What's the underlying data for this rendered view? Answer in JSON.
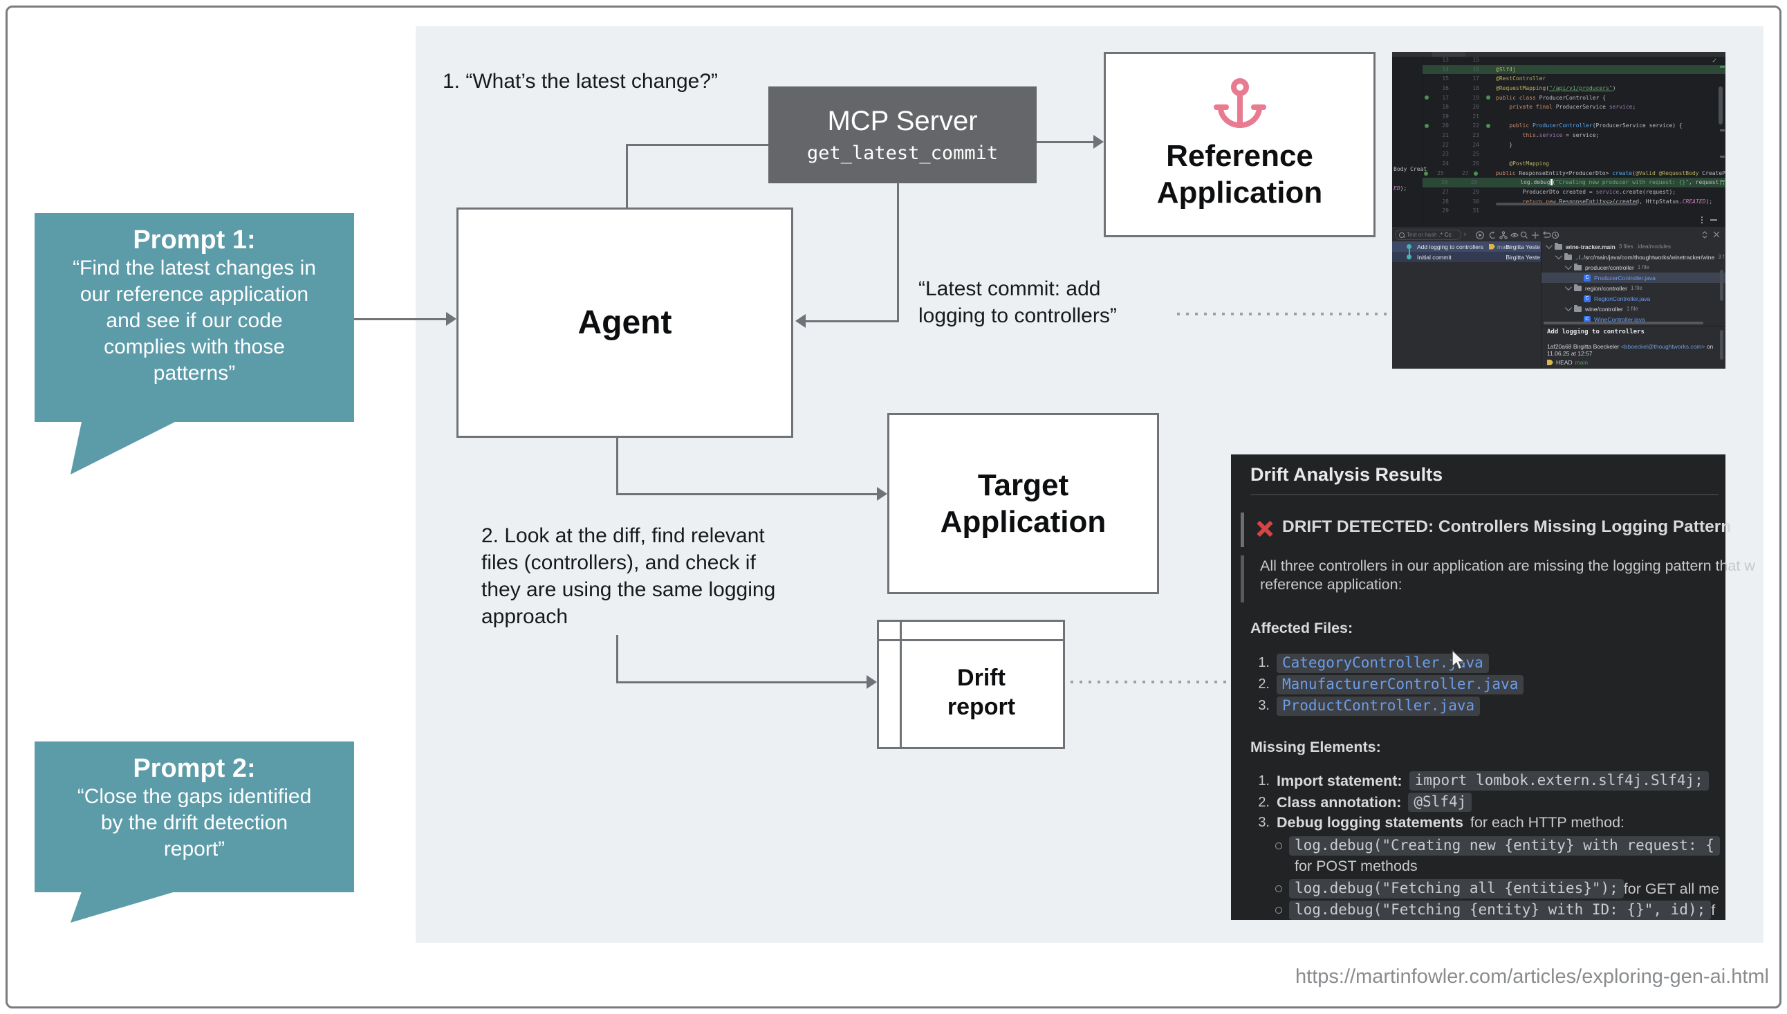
{
  "footer": {
    "url": "https://martinfowler.com/articles/exploring-gen-ai.html"
  },
  "prompt1": {
    "heading": "Prompt 1:",
    "lines": [
      "“Find the latest changes in",
      "our reference application",
      "and see if our code",
      "complies with those",
      "patterns”"
    ]
  },
  "prompt2": {
    "heading": "Prompt 2:",
    "lines": [
      "“Close the gaps identified",
      "by the drift detection",
      "report”"
    ]
  },
  "annotations": {
    "step1": "1. “What’s the latest change?”",
    "latest_commit_lines": [
      "“Latest commit: add",
      "logging to controllers”"
    ],
    "step2_lines": [
      "2. Look at the diff, find relevant",
      "files (controllers), and check if",
      "they are using the same logging",
      "approach"
    ]
  },
  "boxes": {
    "agent": "Agent",
    "mcp_title": "MCP Server",
    "mcp_tool": "get_latest_commit",
    "reference_lines": [
      "Reference",
      "Application"
    ],
    "target_lines": [
      "Target",
      "Application"
    ],
    "drift_report_lines": [
      "Drift",
      "report"
    ]
  },
  "colors": {
    "bubble_teal": "#5c9ba8",
    "mcp_gray": "#656669",
    "anchor_pink": "#e87b90",
    "drift_red": "#d64545",
    "panel_bg": "#edf0f3"
  },
  "ide": {
    "left_fragment_1": "Body Creat",
    "left_fragment_2a": "ED",
    "left_fragment_2b": ");",
    "code_rows": [
      {
        "n1": "13",
        "n2": "15",
        "tokens": []
      },
      {
        "n1": "14",
        "n2": "16",
        "hl": true,
        "tokens": [
          [
            "ann",
            "@Slf4j"
          ]
        ]
      },
      {
        "n1": "15",
        "n2": "17",
        "tokens": [
          [
            "ann",
            "@RestController"
          ]
        ]
      },
      {
        "n1": "16",
        "n2": "18",
        "tokens": [
          [
            "ann",
            "@RequestMapping"
          ],
          [
            "plain",
            "("
          ],
          [
            "stru",
            "\"/api/v1/producers\""
          ],
          [
            "plain",
            ")"
          ]
        ]
      },
      {
        "n1": "17",
        "n2": "19",
        "bean": true,
        "tokens": [
          [
            "kw",
            "public class "
          ],
          [
            "plain",
            "ProducerController {"
          ]
        ]
      },
      {
        "n1": "18",
        "n2": "20",
        "tokens": [
          [
            "plain",
            "    "
          ],
          [
            "kw",
            "private final "
          ],
          [
            "plain",
            "ProducerService "
          ],
          [
            "field",
            "service"
          ],
          [
            "plain",
            ";"
          ]
        ]
      },
      {
        "n1": "19",
        "n2": "21",
        "tokens": []
      },
      {
        "n1": "20",
        "n2": "22",
        "bean": true,
        "tokens": [
          [
            "plain",
            "    "
          ],
          [
            "kw",
            "public "
          ],
          [
            "method",
            "ProducerController"
          ],
          [
            "plain",
            "(ProducerService service) {"
          ]
        ]
      },
      {
        "n1": "21",
        "n2": "23",
        "tokens": [
          [
            "plain",
            "        "
          ],
          [
            "kw",
            "this"
          ],
          [
            "plain",
            "."
          ],
          [
            "field",
            "service"
          ],
          [
            "plain",
            " = service;"
          ]
        ]
      },
      {
        "n1": "22",
        "n2": "24",
        "tokens": [
          [
            "plain",
            "    }"
          ]
        ]
      },
      {
        "n1": "23",
        "n2": "25",
        "tokens": []
      },
      {
        "n1": "24",
        "n2": "26",
        "tokens": [
          [
            "plain",
            "    "
          ],
          [
            "ann",
            "@PostMapping"
          ]
        ]
      },
      {
        "n1": "25",
        "n2": "27",
        "bean": true,
        "tokens": [
          [
            "plain",
            "    "
          ],
          [
            "kw",
            "public "
          ],
          [
            "plain",
            "ResponseEntity<ProducerDto> "
          ],
          [
            "method",
            "create"
          ],
          [
            "plain",
            "("
          ],
          [
            "ann",
            "@Valid"
          ],
          [
            "plain",
            " "
          ],
          [
            "ann",
            "@RequestBody"
          ],
          [
            "plain",
            " CreateP"
          ]
        ]
      },
      {
        "n1": "26",
        "n2": "28",
        "hl": true,
        "tokens": [
          [
            "plain",
            "        log.debug"
          ],
          [
            "caret",
            ""
          ],
          [
            "plain",
            "("
          ],
          [
            "str",
            "\"Creating new producer with request: {}\""
          ],
          [
            "plain",
            ", request);"
          ]
        ]
      },
      {
        "n1": "27",
        "n2": "29",
        "tokens": [
          [
            "plain",
            "        ProducerDto created = "
          ],
          [
            "field",
            "service"
          ],
          [
            "plain",
            ".create(request);"
          ]
        ]
      },
      {
        "n1": "28",
        "n2": "30",
        "tokens": [
          [
            "plain",
            "        "
          ],
          [
            "kw",
            "return new "
          ],
          [
            "plain",
            "ResponseEntity<>(created, HttpStatus."
          ],
          [
            "const",
            "CREATED"
          ],
          [
            "plain",
            ");"
          ]
        ]
      },
      {
        "n1": "29",
        "n2": "31",
        "tokens": []
      }
    ],
    "toolbar": {
      "search_placeholder": "Text or hash",
      "regex_label": ".*",
      "case_label": "Cc",
      "chevron": "›"
    },
    "commits": {
      "row1": {
        "message": "Add logging to controllers",
        "ref": "main",
        "author": "Birgitta Yeste"
      },
      "row2": {
        "message": "Initial commit",
        "author": "Birgitta Yeste"
      }
    },
    "tree": [
      {
        "dir": true,
        "bold": true,
        "level": 0,
        "label": "wine-tracker.main",
        "meta": "3 files  .idea/modules"
      },
      {
        "dir": true,
        "level": 1,
        "label": "../../src/main/java/com/thoughtworks/winetracker/wine",
        "meta": "3 f"
      },
      {
        "dir": true,
        "level": 2,
        "label": "producer/controller",
        "meta": "1 file"
      },
      {
        "file": true,
        "selected": true,
        "level": 3,
        "label": "ProducerController.java"
      },
      {
        "dir": true,
        "level": 2,
        "label": "region/controller",
        "meta": "1 file"
      },
      {
        "file": true,
        "level": 3,
        "label": "RegionController.java"
      },
      {
        "dir": true,
        "level": 2,
        "label": "wine/controller",
        "meta": "1 file"
      },
      {
        "file": true,
        "level": 3,
        "label": "WineController.java"
      }
    ],
    "details": {
      "title": "Add logging to controllers",
      "hash_author": "1af20a68 Birgitta Boeckeler ",
      "email": "<bboeckel@thoughtworks.com>",
      "on": " on",
      "date": "11.06.25 at 12:57",
      "ref_head": "HEAD",
      "ref_main": "main"
    }
  },
  "drift": {
    "title": "Drift Analysis Results",
    "alert_text": "DRIFT DETECTED: Controllers Missing Logging Pattern",
    "summary_line1": "All three controllers in our application are missing the logging pattern that w",
    "summary_line2": "reference application:",
    "affected_heading": "Affected Files:",
    "affected_files": [
      "CategoryController.java",
      "ManufacturerController.java",
      "ProductController.java"
    ],
    "missing_heading": "Missing Elements:",
    "m1_num": "1.",
    "m1_label": "Import statement:",
    "m1_code": "import lombok.extern.slf4j.Slf4j;",
    "m2_num": "2.",
    "m2_label": "Class annotation:",
    "m2_code": "@Slf4j",
    "m3_num": "3.",
    "m3_label": "Debug logging statements",
    "m3_rest": " for each HTTP method:",
    "b1_code": "log.debug(\"Creating new {entity} with request: {",
    "b1_wrap": "for POST methods",
    "b2_code": "log.debug(\"Fetching all {entities}\");",
    "b2_rest": " for GET all me",
    "b3_code": "log.debug(\"Fetching {entity} with ID: {}\", id);",
    "b3_rest": " f"
  }
}
